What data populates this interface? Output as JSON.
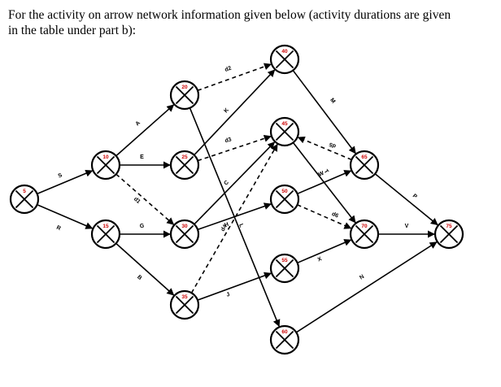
{
  "intro": {
    "line1": "For the activity on arrow network information given below (activity durations are given",
    "line2": "in the table under part b):"
  },
  "colors": {
    "event_number": "#cc0000",
    "ink": "#000000",
    "background": "#ffffff"
  },
  "events": [
    {
      "id": "5"
    },
    {
      "id": "10"
    },
    {
      "id": "15"
    },
    {
      "id": "20"
    },
    {
      "id": "25"
    },
    {
      "id": "30"
    },
    {
      "id": "35"
    },
    {
      "id": "40"
    },
    {
      "id": "45"
    },
    {
      "id": "50"
    },
    {
      "id": "55"
    },
    {
      "id": "60"
    },
    {
      "id": "65"
    },
    {
      "id": "70"
    },
    {
      "id": "75"
    }
  ],
  "activities": [
    {
      "label": "S",
      "from": "5",
      "to": "10",
      "dummy": false
    },
    {
      "label": "R",
      "from": "5",
      "to": "15",
      "dummy": false
    },
    {
      "label": "A",
      "from": "10",
      "to": "20",
      "dummy": false
    },
    {
      "label": "E",
      "from": "10",
      "to": "25",
      "dummy": false
    },
    {
      "label": "d1",
      "from": "10",
      "to": "30",
      "dummy": true
    },
    {
      "label": "G",
      "from": "15",
      "to": "30",
      "dummy": false
    },
    {
      "label": "B",
      "from": "15",
      "to": "35",
      "dummy": false
    },
    {
      "label": "d2",
      "from": "20",
      "to": "40",
      "dummy": true
    },
    {
      "label": "L",
      "from": "20",
      "to": "60",
      "dummy": false
    },
    {
      "label": "K",
      "from": "25",
      "to": "40",
      "dummy": false
    },
    {
      "label": "d3",
      "from": "25",
      "to": "45",
      "dummy": true
    },
    {
      "label": "C",
      "from": "30",
      "to": "45",
      "dummy": false
    },
    {
      "label": "H",
      "from": "30",
      "to": "50",
      "dummy": false
    },
    {
      "label": "d4",
      "from": "35",
      "to": "45",
      "dummy": true
    },
    {
      "label": "J",
      "from": "35",
      "to": "55",
      "dummy": false
    },
    {
      "label": "M",
      "from": "40",
      "to": "65",
      "dummy": false
    },
    {
      "label": "T",
      "from": "45",
      "to": "70",
      "dummy": false
    },
    {
      "label": "d5",
      "from": "65",
      "to": "45",
      "dummy": true
    },
    {
      "label": "W",
      "from": "50",
      "to": "65",
      "dummy": false
    },
    {
      "label": "d6",
      "from": "50",
      "to": "70",
      "dummy": true
    },
    {
      "label": "X",
      "from": "55",
      "to": "70",
      "dummy": false
    },
    {
      "label": "N",
      "from": "60",
      "to": "75",
      "dummy": false
    },
    {
      "label": "P",
      "from": "65",
      "to": "75",
      "dummy": false
    },
    {
      "label": "V",
      "from": "70",
      "to": "75",
      "dummy": false
    }
  ]
}
